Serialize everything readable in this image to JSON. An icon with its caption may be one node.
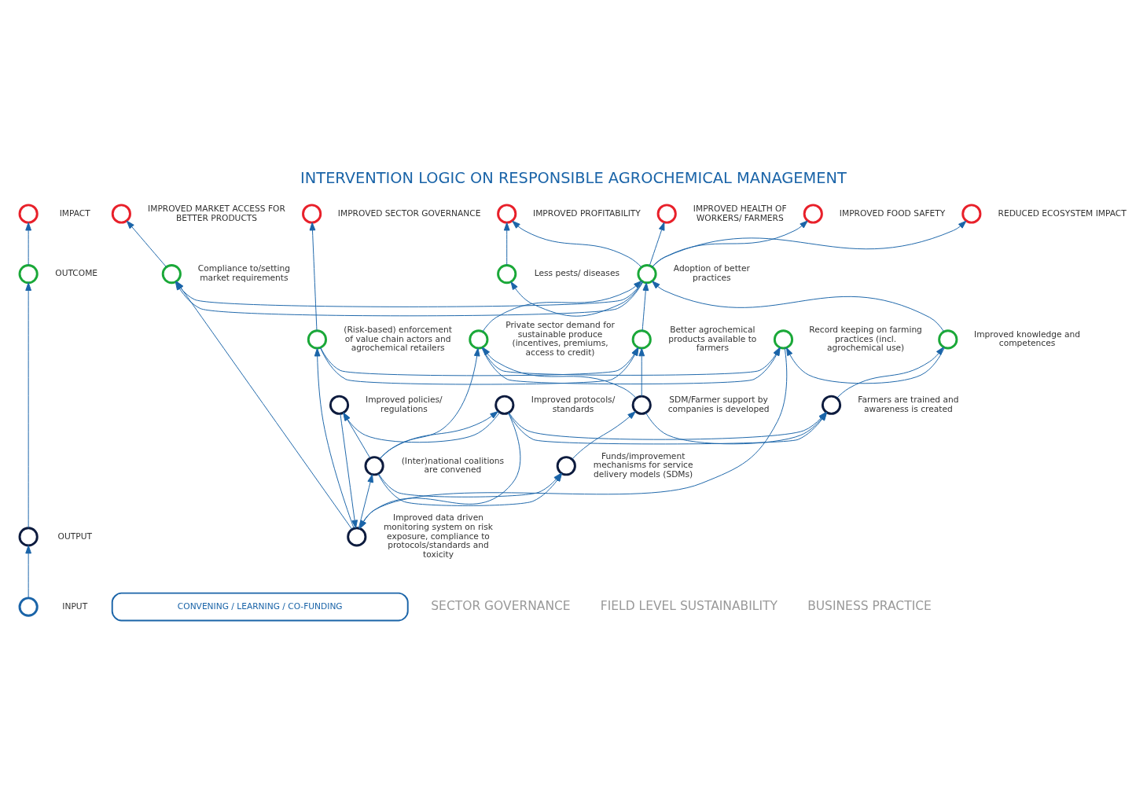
{
  "diagram": {
    "title": "INTERVENTION LOGIC ON RESPONSIBLE AGROCHEMICAL MANAGEMENT",
    "nodes": [
      {
        "text": [],
        "shape": "circle",
        "beside": [
          "IMPACT"
        ]
      },
      {
        "text": [],
        "shape": "circle",
        "beside": [
          "OUTCOME"
        ]
      },
      {
        "text": [],
        "shape": "circle",
        "beside": [
          "OUTPUT"
        ]
      },
      {
        "text": [],
        "shape": "circle",
        "beside": [
          "INPUT"
        ]
      },
      {
        "text": [],
        "shape": "circle",
        "beside": [
          "IMPROVED SECTOR GOVERNANCE"
        ]
      },
      {
        "text": [],
        "shape": "circle",
        "beside": [
          "IMPROVED PROFITABILITY"
        ]
      },
      {
        "text": [],
        "shape": "circle",
        "beside": [
          "IMPROVED HEALTH OF WORKERS/ FARMERS"
        ]
      },
      {
        "text": [],
        "shape": "circle",
        "beside": [
          "IMPROVED FOOD SAFETY"
        ]
      },
      {
        "text": [],
        "shape": "circle",
        "beside": [
          "REDUCED ECOSYSTEM IMPACT"
        ]
      },
      {
        "text": [],
        "shape": "circle",
        "beside": [
          "IMPROVED MARKET ACCESS FOR BETTER PRODUCTS"
        ]
      },
      {
        "text": [],
        "shape": "circle",
        "beside": [
          "Less pests/ diseases"
        ]
      },
      {
        "text": [],
        "shape": "circle",
        "beside": [
          "Adoption of better practices"
        ]
      },
      {
        "text": [],
        "shape": "circle",
        "beside": [
          "Compliance to/setting market requirements"
        ]
      },
      {
        "text": [],
        "shape": "circle",
        "beside": [
          "(Risk-based) enforcement of value chain actors and agrochemical retailers"
        ]
      },
      {
        "text": [],
        "shape": "circle",
        "beside": [
          "Better agrochemical products available to farmers"
        ]
      },
      {
        "text": [],
        "shape": "circle",
        "beside": [
          "Private sector demand for sustainable produce (incentives, premiums, access to credit)"
        ]
      },
      {
        "text": [],
        "shape": "circle",
        "beside": [
          "Record keeping on farming practices (incl. agrochemical use)"
        ]
      },
      {
        "text": [],
        "shape": "circle",
        "beside": [
          "Improved knowledge and competences"
        ]
      },
      {
        "text": [],
        "shape": "circle",
        "beside": [
          "Improved data driven monitoring system on risk exposure, compliance to protocols/standards and toxicity"
        ]
      },
      {
        "text": [],
        "shape": "circle",
        "beside": [
          "Improved policies/ regulations"
        ]
      },
      {
        "text": [],
        "shape": "circle",
        "beside": [
          "Improved protocols/ standards"
        ]
      },
      {
        "text": [],
        "shape": "circle",
        "beside": [
          "Farmers are trained and awareness is created"
        ]
      },
      {
        "text": [],
        "shape": "circle",
        "beside": [
          "SDM/Farmer support by companies is developed"
        ]
      },
      {
        "text": [],
        "shape": "circle",
        "beside": [
          "(Inter)national coalitions are convened"
        ]
      },
      {
        "text": [],
        "shape": "circle",
        "beside": [
          "Funds/improvement mechanisms for service delivery models (SDMs)"
        ]
      },
      {
        "text": [
          "CONVENING / LEARNING / CO-FUNDING"
        ]
      }
    ],
    "edges": [
      {
        "from": 3,
        "to": 2,
        "arrow": "to"
      },
      {
        "from": 2,
        "to": 1,
        "arrow": "to"
      },
      {
        "from": 1,
        "to": 0,
        "arrow": "to"
      },
      {
        "from": 13,
        "to": 4,
        "arrow": "to"
      },
      {
        "from": 18,
        "to": 13,
        "arrow": "to"
      },
      {
        "from": 18,
        "to": 12,
        "arrow": "to"
      },
      {
        "from": 18,
        "to": 23,
        "arrow": "to"
      },
      {
        "from": 19,
        "to": 18,
        "arrow": "to"
      },
      {
        "from": 20,
        "to": 18,
        "arrow": "to"
      },
      {
        "from": 20,
        "to": 19,
        "arrow": "to"
      },
      {
        "from": 23,
        "to": 19,
        "arrow": "to"
      },
      {
        "from": 23,
        "to": 20,
        "arrow": "to"
      },
      {
        "from": 20,
        "to": 21,
        "arrow": "to"
      },
      {
        "from": 22,
        "to": 21,
        "arrow": "to"
      },
      {
        "from": 23,
        "to": 24,
        "arrow": "to"
      },
      {
        "from": 23,
        "to": 15,
        "arrow": "to"
      },
      {
        "from": 24,
        "to": 22,
        "arrow": "to"
      },
      {
        "from": 22,
        "to": 15,
        "arrow": "to"
      },
      {
        "from": 22,
        "to": 14,
        "arrow": "to"
      },
      {
        "from": 21,
        "to": 17,
        "arrow": "to"
      },
      {
        "from": 17,
        "to": 11,
        "arrow": "to"
      },
      {
        "from": 17,
        "to": 16,
        "arrow": "to"
      },
      {
        "from": 15,
        "to": 16,
        "arrow": "to"
      },
      {
        "from": 16,
        "to": 18,
        "arrow": "to"
      },
      {
        "from": 13,
        "to": 14,
        "arrow": "to"
      },
      {
        "from": 14,
        "to": 11,
        "arrow": "to"
      },
      {
        "from": 15,
        "to": 11,
        "arrow": "to"
      },
      {
        "from": 11,
        "to": 10,
        "arrow": "to"
      },
      {
        "from": 10,
        "to": 5,
        "arrow": "to"
      },
      {
        "from": 11,
        "to": 5,
        "arrow": "to"
      },
      {
        "from": 11,
        "to": 6,
        "arrow": "to"
      },
      {
        "from": 11,
        "to": 7,
        "arrow": "to"
      },
      {
        "from": 11,
        "to": 8,
        "arrow": "to"
      },
      {
        "from": 11,
        "to": 12,
        "arrow": "to"
      },
      {
        "from": 12,
        "to": 9,
        "arrow": "to"
      }
    ],
    "labels": [
      "SECTOR GOVERNANCE",
      "FIELD LEVEL SUSTAINABILITY",
      "BUSINESS PRACTICE"
    ]
  }
}
